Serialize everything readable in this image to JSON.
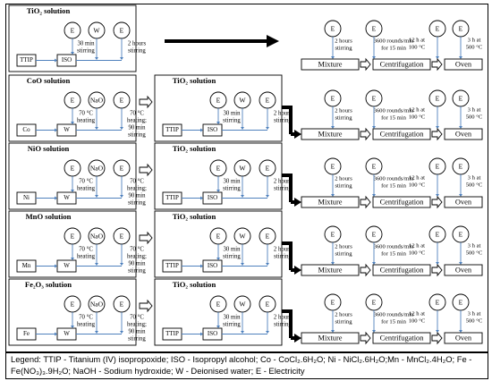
{
  "rows": [
    {
      "oxide_title": "TiO₂ solution",
      "precursor": "TTIP",
      "precursor_2": "ISO",
      "circle_labels": [
        "E",
        "W",
        "E"
      ],
      "step_1": [
        "30 min",
        "stirring"
      ],
      "step_2": [
        "2 hours",
        "stirring"
      ],
      "has_tio2_box": false
    },
    {
      "oxide_title": "CoO solution",
      "precursor": "Co",
      "precursor_2": "W",
      "circle_labels": [
        "E",
        "NaO",
        "E"
      ],
      "step_1": [
        "70 °C",
        "heating"
      ],
      "step_2": [
        "70 °C",
        "heating;",
        "90 min",
        "stirring"
      ],
      "has_tio2_box": true
    },
    {
      "oxide_title": "NiO solution",
      "precursor": "Ni",
      "precursor_2": "W",
      "circle_labels": [
        "E",
        "NaO",
        "E"
      ],
      "step_1": [
        "70 °C",
        "heating"
      ],
      "step_2": [
        "70 °C",
        "heating;",
        "90 min",
        "stirring"
      ],
      "has_tio2_box": true
    },
    {
      "oxide_title": "MnO solution",
      "precursor": "Mn",
      "precursor_2": "W",
      "circle_labels": [
        "E",
        "NaO",
        "E"
      ],
      "step_1": [
        "70 °C",
        "heating"
      ],
      "step_2": [
        "70 °C",
        "heating;",
        "90 min",
        "stirring"
      ],
      "has_tio2_box": true
    },
    {
      "oxide_title": "Fe₂O₃ solution",
      "precursor": "Fe",
      "precursor_2": "W",
      "circle_labels": [
        "E",
        "NaO",
        "E"
      ],
      "step_1": [
        "70 °C",
        "heating"
      ],
      "step_2": [
        "70 °C",
        "heating;",
        "90 min",
        "stirring"
      ],
      "has_tio2_box": true
    }
  ],
  "tio2_box": {
    "title": "TiO₂ solution",
    "precursor": "TTIP",
    "precursor_2": "ISO",
    "circle_labels": [
      "E",
      "W",
      "E"
    ],
    "step_1": [
      "30 min",
      "stirring"
    ],
    "step_2": [
      "2 hours",
      "stirring"
    ]
  },
  "process": {
    "circle_labels": [
      "E",
      "E",
      "E",
      "E"
    ],
    "mixture_note": [
      "2 hours",
      "stirring"
    ],
    "centrifugation_note": [
      "3600 rounds/min",
      "for 15 min"
    ],
    "oven_note_1": [
      "12 h at",
      "100 °C"
    ],
    "oven_note_2": [
      "3 h at",
      "500 °C"
    ],
    "boxes": [
      "Mixture",
      "Centrifugation",
      "Oven"
    ]
  },
  "legend": {
    "text": "Legend: TTIP - Titanium (IV) isopropoxide; ISO - Isopropyl alcohol; Co - CoCl₂.6H₂O; Ni - NiCl₂.6H₂O;Mn - MnCl₂.4H₂O; Fe - Fe(NO₃)₃.9H₂O; NaOH - Sodium hydroxide; W - Deionised water; E - Electricity"
  }
}
